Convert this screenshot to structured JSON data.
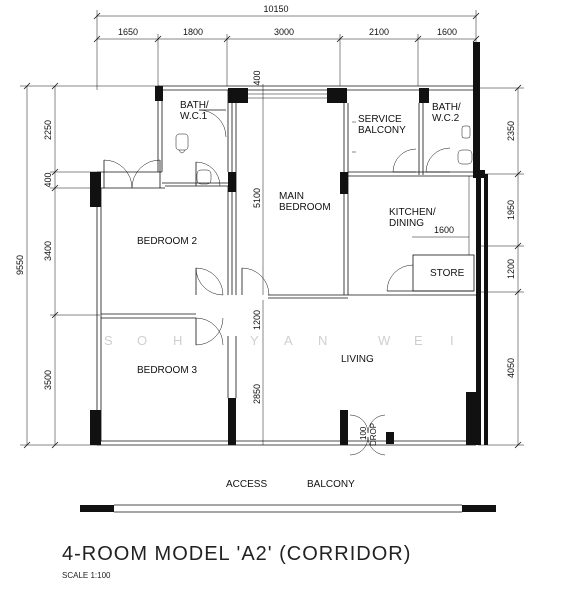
{
  "overall_width": "10150",
  "top_dims": [
    "1650",
    "1800",
    "3000",
    "2100",
    "1600"
  ],
  "left_total": "9550",
  "left_dims": [
    "2250",
    "400",
    "3400",
    "3500"
  ],
  "right_dims": [
    "2350",
    "1950",
    "1200",
    "4050"
  ],
  "inner_dims": {
    "d400": "400",
    "d5100": "5100",
    "d1600": "1600",
    "d1200": "1200",
    "d2850": "2850"
  },
  "rooms": {
    "bath1": [
      "BATH/",
      "W.C.1"
    ],
    "bath2": [
      "BATH/",
      "W.C.2"
    ],
    "service": [
      "SERVICE",
      "BALCONY"
    ],
    "main": [
      "MAIN",
      "BEDROOM"
    ],
    "kitchen": [
      "KITCHEN/",
      "DINING"
    ],
    "bedroom2": "BEDROOM 2",
    "bedroom3": "BEDROOM 3",
    "store": "STORE",
    "living": "LIVING",
    "drop": [
      "100",
      "DROP"
    ]
  },
  "access_label": "ACCESS",
  "balcony_label": "BALCONY",
  "watermark": [
    "S",
    "O",
    "H",
    "Y",
    "A",
    "N",
    "W",
    "E",
    "I"
  ],
  "title": "4-ROOM MODEL 'A2' (CORRIDOR)",
  "scale": "SCALE   1:100"
}
